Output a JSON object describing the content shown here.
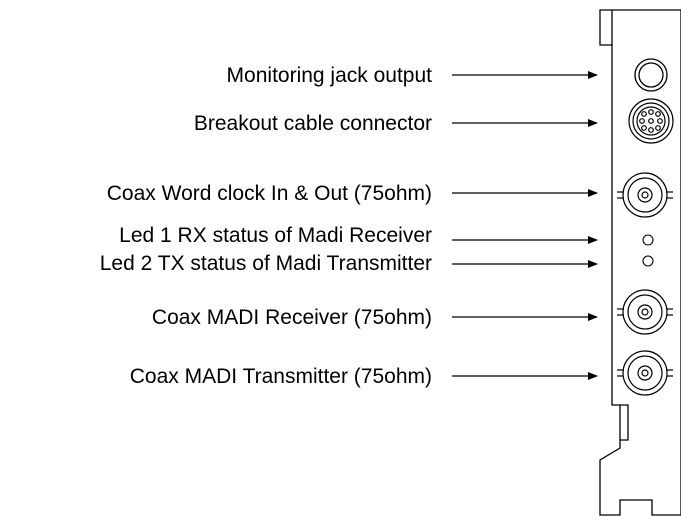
{
  "labels": {
    "monitoring_jack": "Monitoring jack output",
    "breakout_connector": "Breakout cable connector",
    "word_clock": "Coax Word clock In & Out (75ohm)",
    "led1": "Led 1 RX status of Madi Receiver",
    "led2": "Led 2 TX status of Madi Transmitter",
    "madi_receiver": "Coax MADI Receiver (75ohm)",
    "madi_transmitter": "Coax MADI Transmitter (75ohm)"
  },
  "colors": {
    "stroke": "#000000",
    "background": "#ffffff"
  }
}
